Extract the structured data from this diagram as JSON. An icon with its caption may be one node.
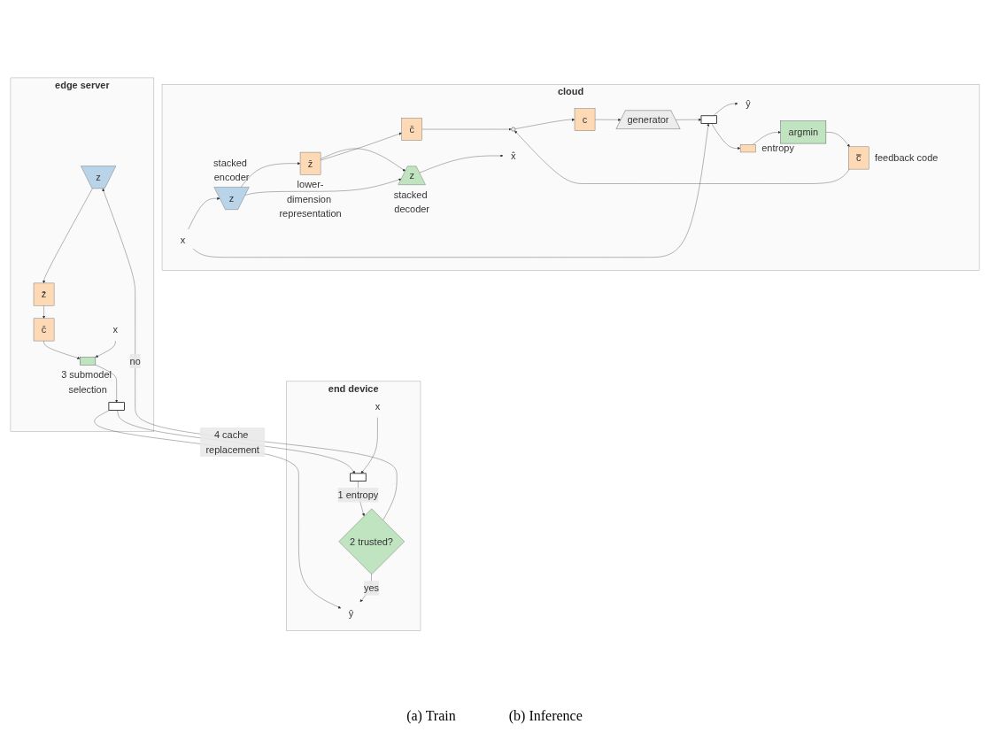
{
  "diagram": {
    "nodes": [
      {
        "text": [
          "cloud"
        ]
      },
      {
        "text": [
          "x"
        ],
        "in": 0
      },
      {
        "text": [
          "z"
        ],
        "in": 0,
        "beside": [
          "stacked encoder"
        ]
      },
      {
        "text": [
          "z̄"
        ],
        "in": 0,
        "beside": [
          "lower-dimension representation"
        ]
      },
      {
        "text": [
          "z"
        ],
        "in": 0,
        "beside": [
          "stacked decoder"
        ]
      },
      {
        "text": [
          "x̂"
        ],
        "in": 0
      },
      {
        "text": [
          "c̄"
        ],
        "in": 0
      },
      {
        "text": [],
        "shape": "circle",
        "in": 0
      },
      {
        "text": [
          "c̿"
        ],
        "in": 0,
        "beside": [
          "feedback code"
        ]
      },
      {
        "text": [
          "c"
        ],
        "in": 0
      },
      {
        "text": [
          "generator"
        ],
        "in": 0
      },
      {
        "text": [],
        "shape": "box",
        "in": 0
      },
      {
        "text": [
          "ŷ"
        ],
        "in": 0
      },
      {
        "text": [],
        "shape": "box",
        "in": 0,
        "beside": [
          "entropy"
        ]
      },
      {
        "text": [
          "argmin"
        ],
        "in": 0
      },
      {
        "text": [
          "edge server"
        ]
      },
      {
        "text": [
          "z"
        ],
        "in": 15
      },
      {
        "text": [
          "z̄"
        ],
        "in": 15
      },
      {
        "text": [
          "c̄"
        ],
        "in": 15
      },
      {
        "text": [],
        "shape": "box",
        "in": 15,
        "beside": [
          "3 submodel selection"
        ]
      },
      {
        "text": [
          "x"
        ],
        "in": 15
      },
      {
        "text": [],
        "shape": "box",
        "in": 15
      },
      {
        "text": [
          "end device"
        ]
      },
      {
        "text": [
          "x"
        ],
        "in": 22
      },
      {
        "text": [],
        "shape": "box",
        "in": 22
      },
      {
        "text": [
          "2 trusted?"
        ],
        "in": 22
      },
      {
        "text": [
          "ŷ"
        ],
        "in": 22
      }
    ],
    "edges": [
      {
        "from": 1,
        "to": 2,
        "arrow": "to"
      },
      {
        "from": 2,
        "to": 3,
        "arrow": "to"
      },
      {
        "from": 3,
        "to": 4,
        "arrow": "to"
      },
      {
        "from": 4,
        "to": 5,
        "arrow": "to"
      },
      {
        "from": 2,
        "to": 4,
        "arrow": "to"
      },
      {
        "from": 1,
        "to": 11,
        "arrow": "to"
      },
      {
        "from": 3,
        "to": 6,
        "arrow": "to"
      },
      {
        "from": 6,
        "to": 7,
        "arrow": "to"
      },
      {
        "from": 8,
        "to": 7,
        "arrow": "to"
      },
      {
        "from": 14,
        "to": 8,
        "arrow": "to"
      },
      {
        "from": 7,
        "to": 9,
        "arrow": "to"
      },
      {
        "from": 9,
        "to": 10,
        "arrow": "to"
      },
      {
        "from": 10,
        "to": 11,
        "arrow": "to"
      },
      {
        "from": 11,
        "to": 12,
        "arrow": "to"
      },
      {
        "from": 11,
        "to": 13,
        "arrow": "to"
      },
      {
        "from": 13,
        "to": 14,
        "arrow": "to"
      },
      {
        "from": 25,
        "to": 16,
        "arrow": "to",
        "label": "no"
      },
      {
        "from": 16,
        "to": 17,
        "arrow": "to"
      },
      {
        "from": 17,
        "to": 18,
        "arrow": "to"
      },
      {
        "from": 18,
        "to": 19,
        "arrow": "to"
      },
      {
        "from": 20,
        "to": 19,
        "arrow": "to"
      },
      {
        "from": 19,
        "to": 21,
        "arrow": "to"
      },
      {
        "from": 21,
        "to": 24,
        "arrow": "to",
        "label": "4 cache replacement"
      },
      {
        "from": 21,
        "to": 26,
        "arrow": "to"
      },
      {
        "from": 23,
        "to": 24,
        "arrow": "to"
      },
      {
        "from": 24,
        "to": 25,
        "arrow": "to",
        "label": "1 entropy"
      },
      {
        "from": 25,
        "to": 26,
        "arrow": "to",
        "label": "yes"
      }
    ],
    "labels": [
      "(a) Train",
      "(b) Inference"
    ]
  }
}
